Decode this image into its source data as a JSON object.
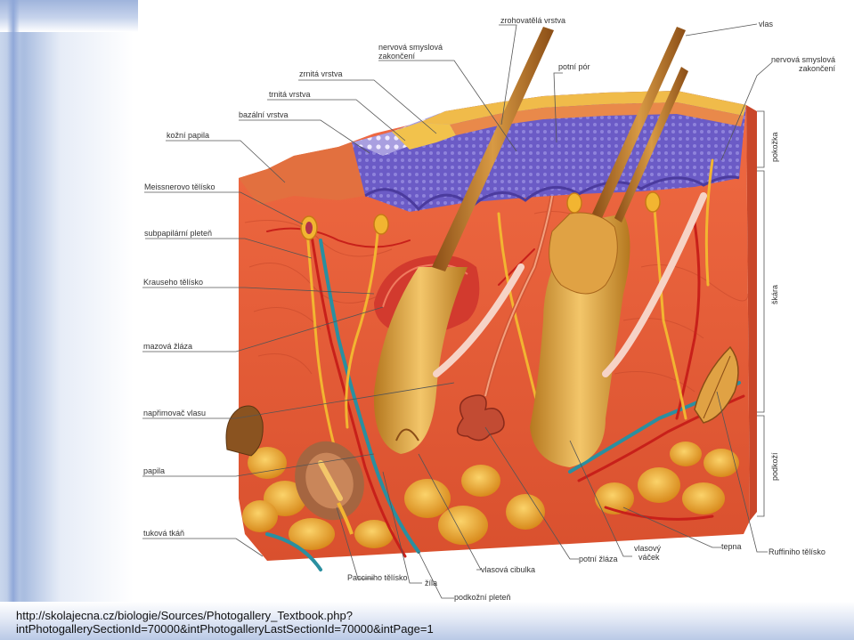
{
  "labels": {
    "zrohovatela_vrstva": "zrohovatělá vrstva",
    "vlas": "vlas",
    "nervova_smyslova_zakonceni_1_l1": "nervová smyslová",
    "nervova_smyslova_zakonceni_1_l2": "zakončení",
    "nervova_smyslova_zakonceni_2_l1": "nervová smyslová",
    "nervova_smyslova_zakonceni_2_l2": "zakončení",
    "potni_por": "potní pór",
    "zrnita_vrstva": "zrnitá vrstva",
    "trnita_vrstva": "trnitá vrstva",
    "bazalni_vrstva": "bazální vrstva",
    "kozni_papila": "kožní papila",
    "meissnerovo_telisko": "Meissnerovo tělísko",
    "subpapilarni_pletem": "subpapilární pleteň",
    "krauseho_telisko": "Krauseho tělísko",
    "mazova_zlaza": "mazová žláza",
    "naprimovac_vlasu": "napřimovač vlasu",
    "papila": "papila",
    "tukova_tkan": "tuková tkáň",
    "pacciniho_telisko": "Pacciniho tělísko",
    "zila": "žíla",
    "podkozni_pleten": "podkožní pleteň",
    "vlasova_cibulka": "vlasová cibulka",
    "potni_zlaza": "potní žláza",
    "vlasovy_vacek_l1": "vlasový",
    "vlasovy_vacek_l2": "váček",
    "tepna": "tepna",
    "ruffiniho_telisko": "Ruffiniho tělísko",
    "pokozka": "pokožka",
    "skara": "škára",
    "podkozi": "podkoží"
  },
  "source": {
    "line1": "http://skolajecna.cz/biologie/Sources/Photogallery_Textbook.php?",
    "line2": "intPhotogallerySectionId=70000&intPhotogalleryLastSectionId=70000&intPage=1"
  },
  "colors": {
    "skin": "#e8603a",
    "epidermis": "#6a5bc4",
    "fat": "#e8a12a",
    "hair": "#c9822b",
    "vein": "#2a8fa0",
    "artery": "#c8201a"
  }
}
